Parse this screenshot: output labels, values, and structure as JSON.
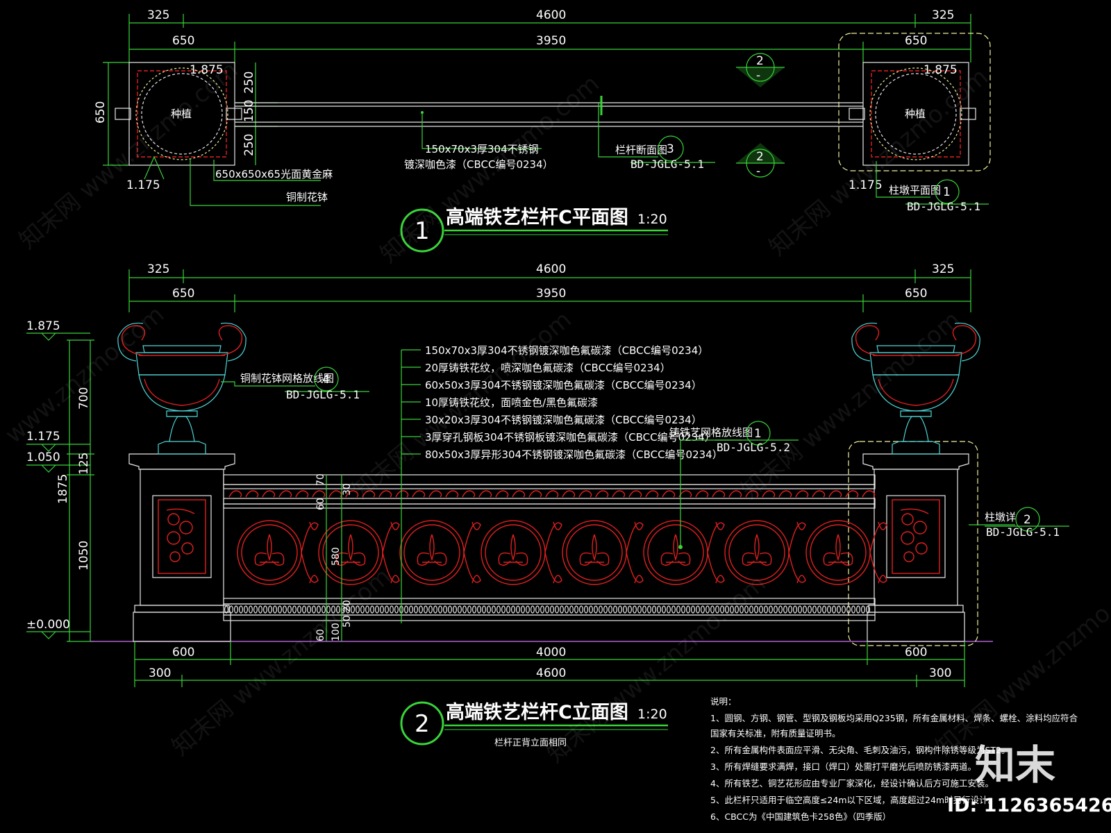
{
  "plan": {
    "dims_top": {
      "left": "325",
      "total": "4600",
      "right": "325"
    },
    "dims_second": {
      "left": "650",
      "middle": "3950",
      "right": "650"
    },
    "dims_left_vertical": "650",
    "dims_rail": {
      "upper": "250",
      "middle": "150",
      "lower": "250"
    },
    "elev_top_left": "1.875",
    "elev_top_right": "1.875",
    "elev_bottom_left": "1.175",
    "elev_bottom_right": "1.175",
    "planter_left_label": "种植",
    "planter_right_label": "种植",
    "note_rail_line1": "150x70x3厚304不锈钢",
    "note_rail_line2": "镀深咖色漆（CBCC编号0234）",
    "note_cap": "650x650x65光面黄金麻",
    "note_bowl": "铜制花钵",
    "section_label": "栏杆断面图",
    "section_num": "3",
    "section_ref": "BD-JGLG-5.1",
    "cut_upper": "2",
    "cut_lower": "2",
    "cut_dash": "-",
    "pier_plan_label": "柱墩平面图",
    "pier_plan_num": "1",
    "pier_plan_ref": "BD-JGLG-5.1",
    "title_num": "1",
    "title": "高端铁艺栏杆C平面图",
    "scale": "1:20"
  },
  "elevation": {
    "dims_top": {
      "left": "325",
      "total": "4600",
      "right": "325"
    },
    "dims_second": {
      "left": "650",
      "middle": "3950",
      "right": "650"
    },
    "levels": [
      "1.875",
      "1.175",
      "1.050",
      "±0.000"
    ],
    "vertical_dims": [
      "700",
      "125",
      "1875",
      "1050"
    ],
    "rail_dims": [
      "70",
      "60",
      "30",
      "580",
      "20",
      "50",
      "100",
      "60"
    ],
    "bowl_ref_label": "铜制花钵网格放线图",
    "bowl_ref_num": "4",
    "bowl_ref": "BD-JGLG-5.1",
    "callouts": [
      "150x70x3厚304不锈钢镀深咖色氟碳漆（CBCC编号0234）",
      "20厚铸铁花纹，喷深咖色氟碳漆（CBCC编号0234）",
      "60x50x3厚304不锈钢镀深咖色氟碳漆（CBCC编号0234）",
      "10厚铸铁花纹，面喷金色/黑色氟碳漆",
      "30x20x3厚304不锈钢镀深咖色氟碳漆（CBCC编号0234）",
      "3厚穿孔钢板304不锈钢板镀深咖色氟碳漆（CBCC编号0234）",
      "80x50x3厚异形304不锈钢镀深咖色氟碳漆（CBCC编号0234）"
    ],
    "grid_ref_label": "铸铁艺网格放线图",
    "grid_ref_num": "1",
    "grid_ref": "BD-JGLG-5.2",
    "pier_detail_label": "柱墩详",
    "pier_detail_num": "2",
    "pier_detail_ref": "BD-JGLG-5.1",
    "dims_bottom1": {
      "left": "600",
      "middle": "4000",
      "right": "600"
    },
    "dims_bottom2": {
      "left": "300",
      "total": "4600",
      "right": "300"
    },
    "title_num": "2",
    "title": "高端铁艺栏杆C立面图",
    "scale": "1:20",
    "subtitle": "栏杆正背立面相同"
  },
  "notes": {
    "heading": "说明：",
    "lines": [
      "1、圆钢、方钢、钢管、型钢及钢板均采用Q235钢，所有金属材料、焊条、螺栓、涂料均应符合",
      "国家有关标准，附有质量证明书。",
      "2、所有金属构件表面应平滑、无尖角、毛刺及油污，钢构件除锈等级为ST2。",
      "3、所有焊缝要求满焊，接口（焊口）处需打平磨光后喷防锈漆两道。",
      "4、所有铁艺、铜艺花形应由专业厂家深化，经设计确认后方可施工安装。",
      "5、此栏杆只适用于临空高度≤24m以下区域，高度超过24m时另行设计。",
      "6、CBCC为《中国建筑色卡258色》（四季版）"
    ]
  },
  "watermark": {
    "logo": "知末",
    "id": "ID: 1126365426"
  },
  "colors": {
    "dim_line": "#39d439",
    "cyan": "#4fd6d6",
    "ornament": "#e02020",
    "background": "#000000"
  }
}
